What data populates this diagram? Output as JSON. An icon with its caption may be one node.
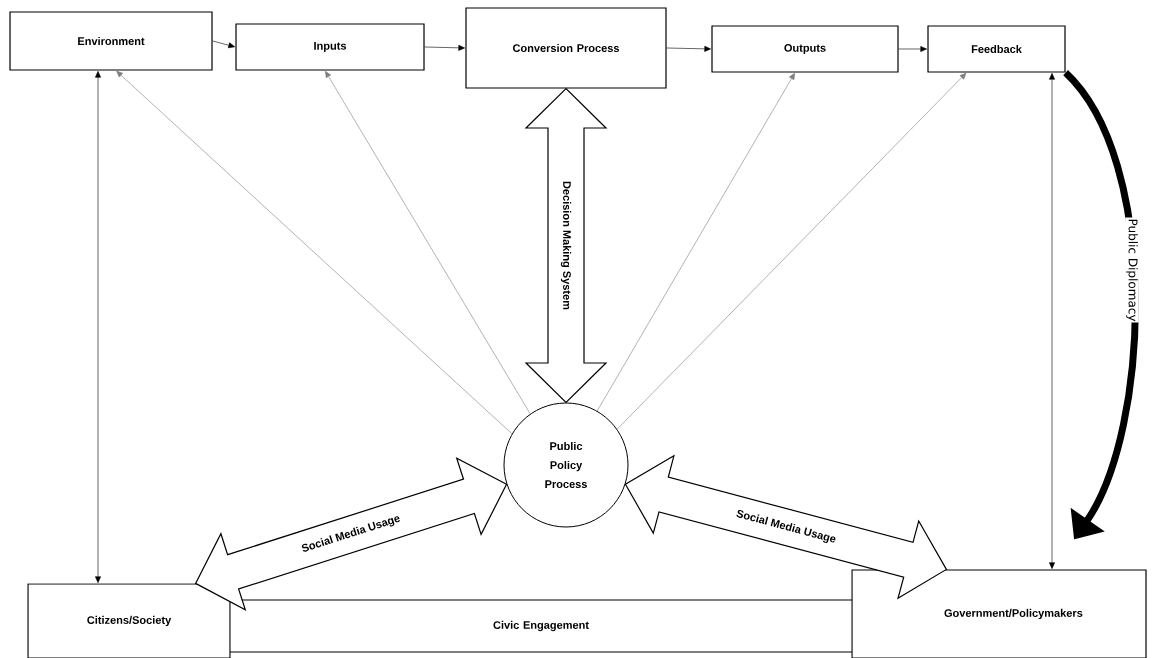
{
  "diagram": {
    "nodes": [
      {
        "text": [
          "Environment"
        ]
      },
      {
        "text": [
          "Inputs"
        ]
      },
      {
        "text": [
          "Conversion Process"
        ]
      },
      {
        "text": [
          "Outputs"
        ]
      },
      {
        "text": [
          "Feedback"
        ]
      },
      {
        "text": [
          "Public Policy Process"
        ]
      },
      {
        "text": [
          "Citizens/Society"
        ]
      },
      {
        "text": [
          "Government/Policymakers"
        ]
      },
      {
        "text": [
          "Civic Engagement"
        ]
      }
    ],
    "edges": [
      {
        "from": 0,
        "to": 1,
        "arrow": "to"
      },
      {
        "from": 1,
        "to": 2,
        "arrow": "to"
      },
      {
        "from": 2,
        "to": 3,
        "arrow": "to"
      },
      {
        "from": 3,
        "to": 4,
        "arrow": "to"
      },
      {
        "from": 5,
        "to": 0,
        "arrow": "to",
        "color": "#808080"
      },
      {
        "from": 5,
        "to": 1,
        "arrow": "to",
        "color": "#808080"
      },
      {
        "from": 5,
        "to": 3,
        "arrow": "to",
        "color": "#808080"
      },
      {
        "from": 5,
        "to": 4,
        "arrow": "to",
        "color": "#808080"
      },
      {
        "from": 2,
        "to": 5,
        "arrow": "both",
        "label": "Decision Making System",
        "style": "thick"
      },
      {
        "from": 0,
        "to": 6,
        "arrow": "both"
      },
      {
        "from": 4,
        "to": 7,
        "arrow": "both"
      },
      {
        "from": 5,
        "to": 6,
        "arrow": "both",
        "label": "Social Media Usage",
        "style": "thick"
      },
      {
        "from": 5,
        "to": 7,
        "arrow": "both",
        "label": "Social Media Usage",
        "style": "thick"
      },
      {
        "from": 4,
        "to": 7,
        "arrow": "to",
        "label": "Public Diplomacy",
        "style": "thick"
      }
    ]
  }
}
